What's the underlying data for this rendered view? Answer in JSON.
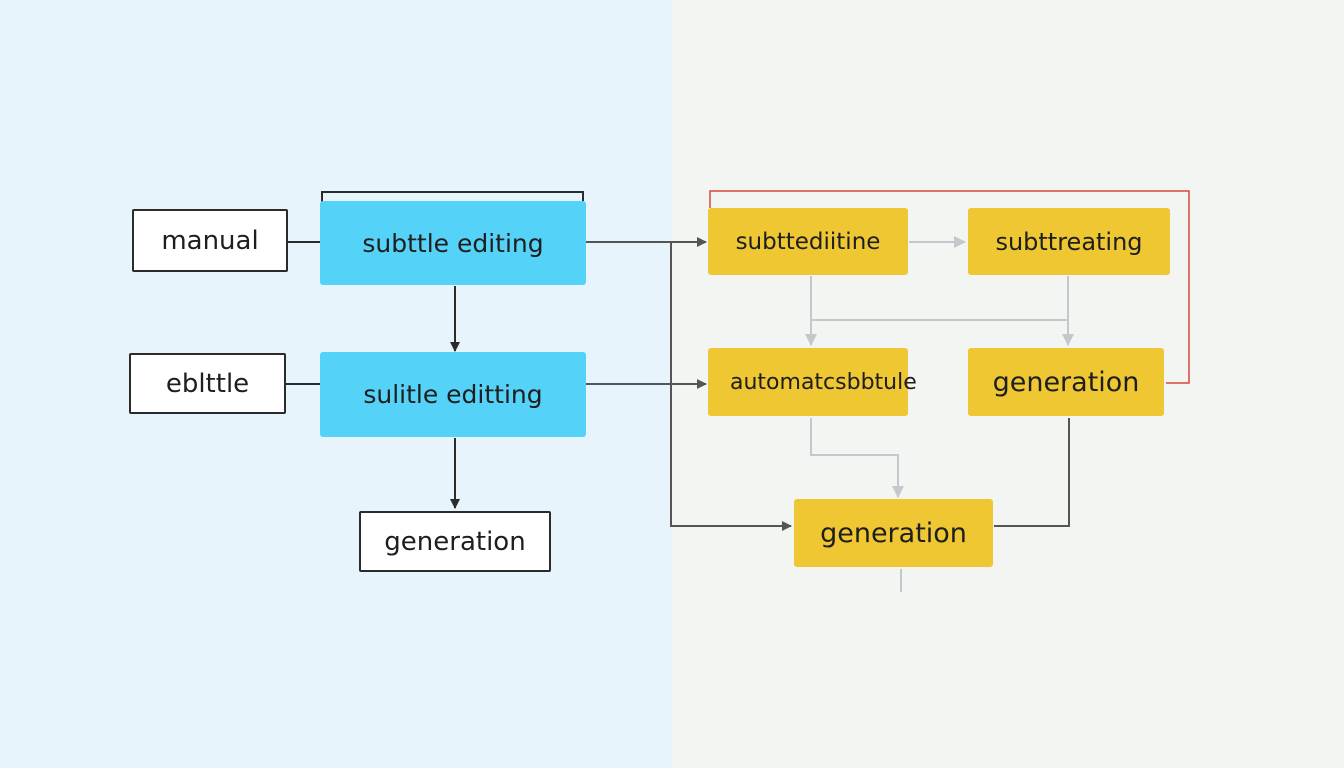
{
  "colors": {
    "left_bg": "#e8f4fb",
    "right_bg": "#f3f5f2",
    "blue_node": "#55d2f7",
    "yellow_node": "#efc733",
    "outline_node": "#ffffff",
    "connector_dark": "#555555",
    "connector_light": "#c4c7cc",
    "feedback_red": "#d9473f"
  },
  "left": {
    "manual_label": "manual",
    "eblttle_label": "eblttle",
    "subtitle_editing_top": "subttle editing",
    "subtitle_editing_bottom": "sulitle editting",
    "generation_label": "generation"
  },
  "right": {
    "subttediitine_label": "subttediitine",
    "subttreating_label": "subttreating",
    "automatic_label": "automatcsbbtule",
    "generation_mid_label": "generation",
    "generation_bottom_label": "generation"
  }
}
